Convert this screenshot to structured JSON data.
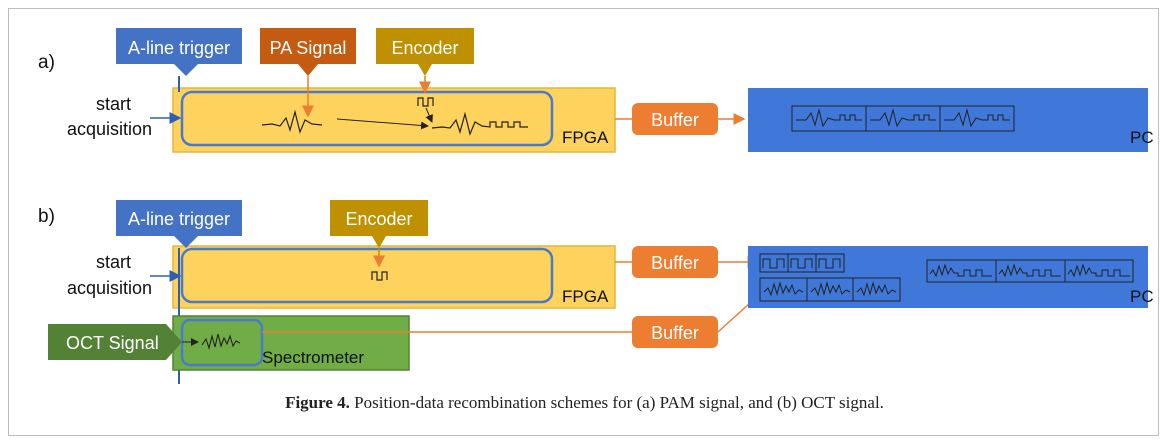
{
  "panel_a": {
    "label": "a)",
    "aline_trigger": "A-line trigger",
    "pa_signal": "PA Signal",
    "encoder": "Encoder",
    "start_line1": "start",
    "start_line2": "acquisition",
    "fpga": "FPGA",
    "buffer": "Buffer",
    "pc": "PC"
  },
  "panel_b": {
    "label": "b)",
    "aline_trigger": "A-line trigger",
    "encoder": "Encoder",
    "start_line1": "start",
    "start_line2": "acquisition",
    "fpga": "FPGA",
    "oct_signal": "OCT Signal",
    "spectrometer": "Spectrometer",
    "buffer_top": "Buffer",
    "buffer_bottom": "Buffer",
    "pc": "PC"
  },
  "caption": {
    "label": "Figure 4.",
    "text": " Position-data recombination schemes for (a) PAM signal, and (b) OCT signal."
  },
  "colors": {
    "fpga_fill": "#fdd35e",
    "fpga_border": "#e6b63a",
    "pc_fill": "#3f78d8",
    "aline_fill": "#4472c4",
    "pa_fill": "#c55a11",
    "encoder_fill": "#bf9000",
    "buffer_fill": "#ed7d31",
    "oct_fill": "#538135",
    "spectrometer_fill": "#70ad47"
  }
}
